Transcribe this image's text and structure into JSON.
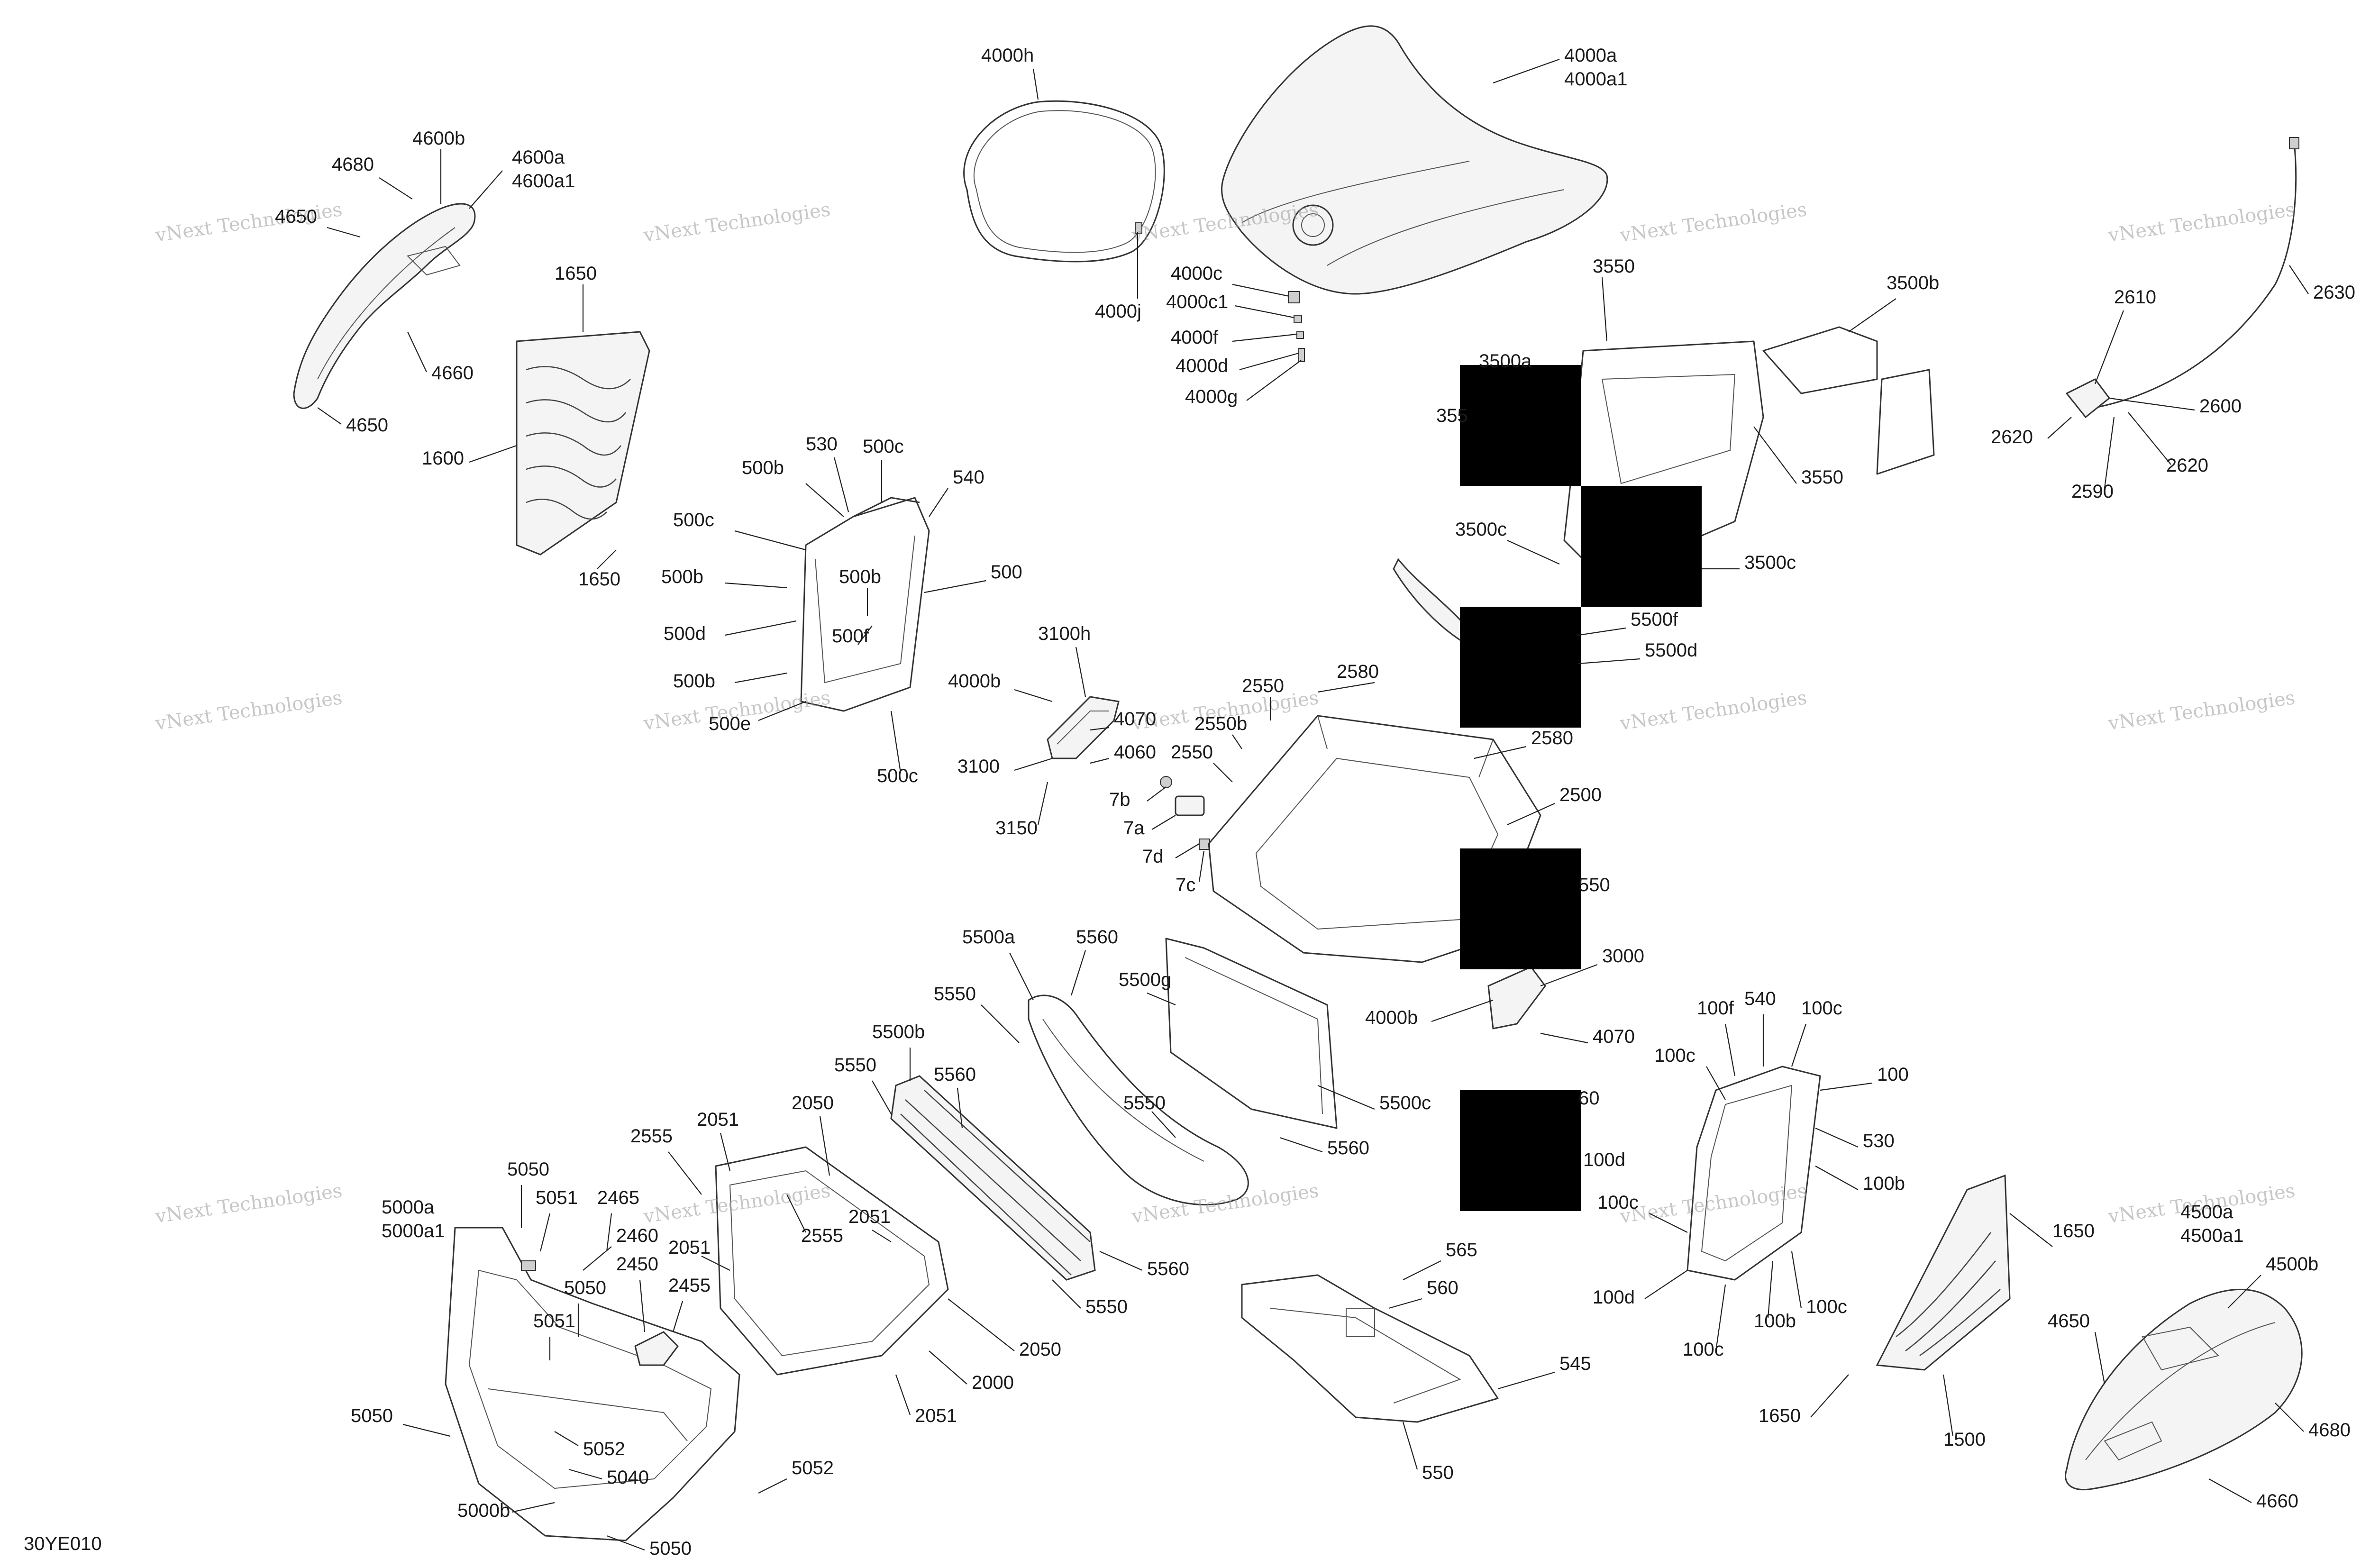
{
  "diagram_code": "30YE010",
  "watermark": "vNext Technologies",
  "callouts": [
    {
      "id": "4000h",
      "text": "4000h"
    },
    {
      "id": "4000a",
      "text": "4000a"
    },
    {
      "id": "4000a1",
      "text": "4000a1"
    },
    {
      "id": "4000c",
      "text": "4000c"
    },
    {
      "id": "4000c1",
      "text": "4000c1"
    },
    {
      "id": "4000f",
      "text": "4000f"
    },
    {
      "id": "4000d",
      "text": "4000d"
    },
    {
      "id": "4000g",
      "text": "4000g"
    },
    {
      "id": "4000j",
      "text": "4000j"
    },
    {
      "id": "4600b",
      "text": "4600b"
    },
    {
      "id": "4680a",
      "text": "4680"
    },
    {
      "id": "4600a",
      "text": "4600a"
    },
    {
      "id": "4600a1",
      "text": "4600a1"
    },
    {
      "id": "4650a",
      "text": "4650"
    },
    {
      "id": "4660a",
      "text": "4660"
    },
    {
      "id": "4650b",
      "text": "4650"
    },
    {
      "id": "1650a",
      "text": "1650"
    },
    {
      "id": "1600",
      "text": "1600"
    },
    {
      "id": "1650b",
      "text": "1650"
    },
    {
      "id": "530a",
      "text": "530"
    },
    {
      "id": "500c_a",
      "text": "500c"
    },
    {
      "id": "500b_a",
      "text": "500b"
    },
    {
      "id": "540a",
      "text": "540"
    },
    {
      "id": "500c_b",
      "text": "500c"
    },
    {
      "id": "500",
      "text": "500"
    },
    {
      "id": "500b_b",
      "text": "500b"
    },
    {
      "id": "500b_c",
      "text": "500b"
    },
    {
      "id": "500f",
      "text": "500f"
    },
    {
      "id": "500d",
      "text": "500d"
    },
    {
      "id": "500b_d",
      "text": "500b"
    },
    {
      "id": "500e",
      "text": "500e"
    },
    {
      "id": "500c_c",
      "text": "500c"
    },
    {
      "id": "3100h",
      "text": "3100h"
    },
    {
      "id": "4000b_a",
      "text": "4000b"
    },
    {
      "id": "4070a",
      "text": "4070"
    },
    {
      "id": "4060a",
      "text": "4060"
    },
    {
      "id": "3100",
      "text": "3100"
    },
    {
      "id": "3150",
      "text": "3150"
    },
    {
      "id": "7b",
      "text": "7b"
    },
    {
      "id": "7a",
      "text": "7a"
    },
    {
      "id": "7d",
      "text": "7d"
    },
    {
      "id": "7c",
      "text": "7c"
    },
    {
      "id": "2550a",
      "text": "2550"
    },
    {
      "id": "2550b",
      "text": "2550b"
    },
    {
      "id": "2550c",
      "text": "2550"
    },
    {
      "id": "2580a",
      "text": "2580"
    },
    {
      "id": "2580b",
      "text": "2580"
    },
    {
      "id": "2500",
      "text": "2500"
    },
    {
      "id": "550_r",
      "text": "550"
    },
    {
      "id": "3000",
      "text": "3000"
    },
    {
      "id": "3550a",
      "text": "3550"
    },
    {
      "id": "3500b",
      "text": "3500b"
    },
    {
      "id": "3500a",
      "text": "3500a"
    },
    {
      "id": "355x",
      "text": "355"
    },
    {
      "id": "3550b",
      "text": "3550"
    },
    {
      "id": "3500c_a",
      "text": "3500c"
    },
    {
      "id": "3500c_b",
      "text": "3500c"
    },
    {
      "id": "5500f",
      "text": "5500f"
    },
    {
      "id": "5500d",
      "text": "5500d"
    },
    {
      "id": "2610",
      "text": "2610"
    },
    {
      "id": "2630",
      "text": "2630"
    },
    {
      "id": "2600",
      "text": "2600"
    },
    {
      "id": "2620a",
      "text": "2620"
    },
    {
      "id": "2620b",
      "text": "2620"
    },
    {
      "id": "2590",
      "text": "2590"
    },
    {
      "id": "5500a",
      "text": "5500a"
    },
    {
      "id": "5560a",
      "text": "5560"
    },
    {
      "id": "5500g",
      "text": "5500g"
    },
    {
      "id": "5550a",
      "text": "5550"
    },
    {
      "id": "5500b",
      "text": "5500b"
    },
    {
      "id": "5550b",
      "text": "5550"
    },
    {
      "id": "5560b",
      "text": "5560"
    },
    {
      "id": "5550c",
      "text": "5550"
    },
    {
      "id": "5500c",
      "text": "5500c"
    },
    {
      "id": "5560c",
      "text": "5560"
    },
    {
      "id": "5560d",
      "text": "5560"
    },
    {
      "id": "5550d",
      "text": "5550"
    },
    {
      "id": "2050a",
      "text": "2050"
    },
    {
      "id": "2051a",
      "text": "2051"
    },
    {
      "id": "2555a",
      "text": "2555"
    },
    {
      "id": "2051b",
      "text": "2051"
    },
    {
      "id": "2051c",
      "text": "2051"
    },
    {
      "id": "2555b",
      "text": "2555"
    },
    {
      "id": "2050b",
      "text": "2050"
    },
    {
      "id": "2000",
      "text": "2000"
    },
    {
      "id": "2051d",
      "text": "2051"
    },
    {
      "id": "5050a",
      "text": "5050"
    },
    {
      "id": "5051a",
      "text": "5051"
    },
    {
      "id": "2465",
      "text": "2465"
    },
    {
      "id": "5000a",
      "text": "5000a"
    },
    {
      "id": "5000a1",
      "text": "5000a1"
    },
    {
      "id": "2460",
      "text": "2460"
    },
    {
      "id": "2450",
      "text": "2450"
    },
    {
      "id": "5050b",
      "text": "5050"
    },
    {
      "id": "2455",
      "text": "2455"
    },
    {
      "id": "5051b",
      "text": "5051"
    },
    {
      "id": "5050c",
      "text": "5050"
    },
    {
      "id": "5052a",
      "text": "5052"
    },
    {
      "id": "5040",
      "text": "5040"
    },
    {
      "id": "5052b",
      "text": "5052"
    },
    {
      "id": "5000b",
      "text": "5000b"
    },
    {
      "id": "5050d",
      "text": "5050"
    },
    {
      "id": "4000b_b",
      "text": "4000b"
    },
    {
      "id": "4070b",
      "text": "4070"
    },
    {
      "id": "x60",
      "text": "60"
    },
    {
      "id": "100d_a",
      "text": "100d"
    },
    {
      "id": "565",
      "text": "565"
    },
    {
      "id": "560",
      "text": "560"
    },
    {
      "id": "545",
      "text": "545"
    },
    {
      "id": "550_b",
      "text": "550"
    },
    {
      "id": "100f",
      "text": "100f"
    },
    {
      "id": "540b",
      "text": "540"
    },
    {
      "id": "100c_a",
      "text": "100c"
    },
    {
      "id": "100c_b",
      "text": "100c"
    },
    {
      "id": "100",
      "text": "100"
    },
    {
      "id": "530b",
      "text": "530"
    },
    {
      "id": "100b_a",
      "text": "100b"
    },
    {
      "id": "100c_c",
      "text": "100c"
    },
    {
      "id": "100d_b",
      "text": "100d"
    },
    {
      "id": "100c_d",
      "text": "100c"
    },
    {
      "id": "100b_b",
      "text": "100b"
    },
    {
      "id": "100c_e",
      "text": "100c"
    },
    {
      "id": "1650c",
      "text": "1650"
    },
    {
      "id": "4500a",
      "text": "4500a"
    },
    {
      "id": "4500a1",
      "text": "4500a1"
    },
    {
      "id": "4500b",
      "text": "4500b"
    },
    {
      "id": "4650c",
      "text": "4650"
    },
    {
      "id": "1650d",
      "text": "1650"
    },
    {
      "id": "1500",
      "text": "1500"
    },
    {
      "id": "4680b",
      "text": "4680"
    },
    {
      "id": "4660b",
      "text": "4660"
    }
  ]
}
